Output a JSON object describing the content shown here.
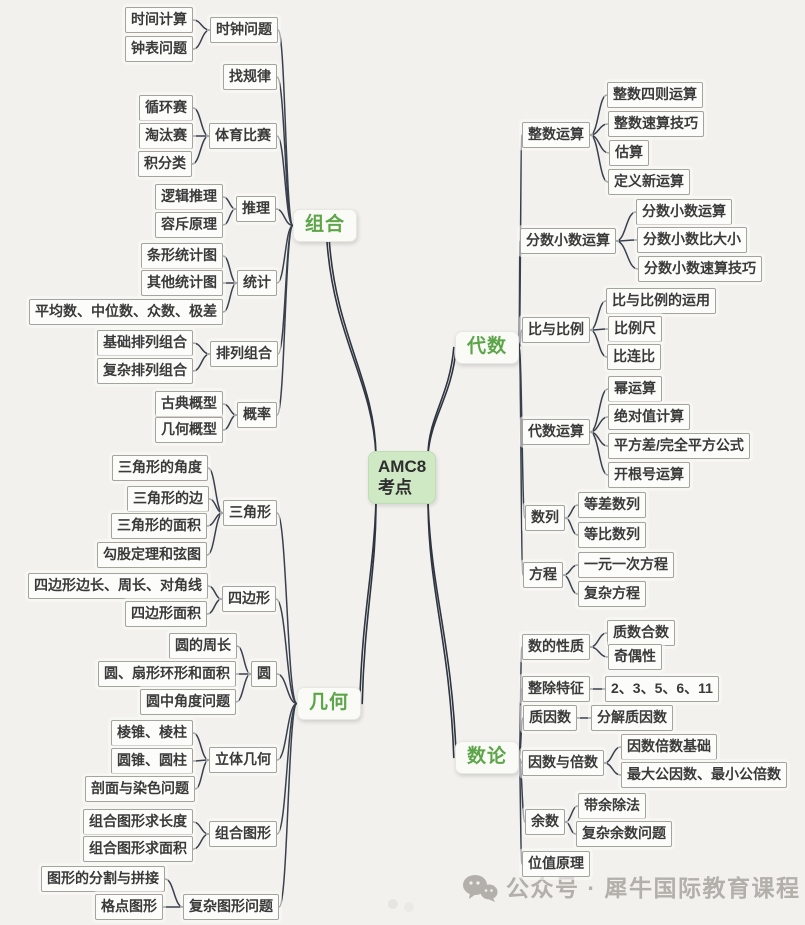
{
  "page": {
    "background": "#f2f1ee"
  },
  "colors": {
    "branch_green": "#5ca548",
    "node_text": "#3a3a3a",
    "node_border": "#a6a39d",
    "wire": "#2e3440",
    "center_bg": "#cfe9c4",
    "watermark_gray": "#b3b0ac"
  },
  "center": {
    "line1": "AMC8",
    "line2": "考点"
  },
  "branches": [
    {
      "id": "combinatorics",
      "label": "组合",
      "topics": [
        {
          "label": "时钟问题",
          "children": [
            "时间计算",
            "钟表问题"
          ]
        },
        {
          "label": "找规律",
          "children": []
        },
        {
          "label": "体育比赛",
          "children": [
            "循环赛",
            "淘汰赛",
            "积分类"
          ]
        },
        {
          "label": "推理",
          "children": [
            "逻辑推理",
            "容斥原理"
          ]
        },
        {
          "label": "统计",
          "children": [
            "条形统计图",
            "其他统计图",
            "平均数、中位数、众数、极差"
          ]
        },
        {
          "label": "排列组合",
          "children": [
            "基础排列组合",
            "复杂排列组合"
          ]
        },
        {
          "label": "概率",
          "children": [
            "古典概型",
            "几何概型"
          ]
        }
      ]
    },
    {
      "id": "algebra",
      "label": "代数",
      "topics": [
        {
          "label": "整数运算",
          "children": [
            "整数四则运算",
            "整数速算技巧",
            "估算",
            "定义新运算"
          ]
        },
        {
          "label": "分数小数运算",
          "children": [
            "分数小数运算",
            "分数小数比大小",
            "分数小数速算技巧"
          ]
        },
        {
          "label": "比与比例",
          "children": [
            "比与比例的运用",
            "比例尺",
            "比连比"
          ]
        },
        {
          "label": "代数运算",
          "children": [
            "幂运算",
            "绝对值计算",
            "平方差/完全平方公式",
            "开根号运算"
          ]
        },
        {
          "label": "数列",
          "children": [
            "等差数列",
            "等比数列"
          ]
        },
        {
          "label": "方程",
          "children": [
            "一元一次方程",
            "复杂方程"
          ]
        }
      ]
    },
    {
      "id": "geometry",
      "label": "几何",
      "topics": [
        {
          "label": "三角形",
          "children": [
            "三角形的角度",
            "三角形的边",
            "三角形的面积",
            "勾股定理和弦图"
          ]
        },
        {
          "label": "四边形",
          "children": [
            "四边形边长、周长、对角线",
            "四边形面积"
          ]
        },
        {
          "label": "圆",
          "children": [
            "圆的周长",
            "圆、扇形环形和面积",
            "圆中角度问题"
          ]
        },
        {
          "label": "立体几何",
          "children": [
            "棱锥、棱柱",
            "圆锥、圆柱",
            "剖面与染色问题"
          ]
        },
        {
          "label": "组合图形",
          "children": [
            "组合图形求长度",
            "组合图形求面积"
          ]
        },
        {
          "label": "复杂图形问题",
          "children": [
            "图形的分割与拼接",
            "格点图形"
          ]
        }
      ]
    },
    {
      "id": "number-theory",
      "label": "数论",
      "topics": [
        {
          "label": "数的性质",
          "children": [
            "质数合数",
            "奇偶性"
          ]
        },
        {
          "label": "整除特征",
          "children": [
            "2、3、5、6、11"
          ]
        },
        {
          "label": "质因数",
          "children": [
            "分解质因数"
          ]
        },
        {
          "label": "因数与倍数",
          "children": [
            "因数倍数基础",
            "最大公因数、最小公倍数"
          ]
        },
        {
          "label": "余数",
          "children": [
            "带余除法",
            "复杂余数问题"
          ]
        },
        {
          "label": "位值原理",
          "children": []
        }
      ]
    }
  ],
  "watermark": {
    "icon": "wechat-icon",
    "text": "公众号 · 犀牛国际教育课程"
  }
}
